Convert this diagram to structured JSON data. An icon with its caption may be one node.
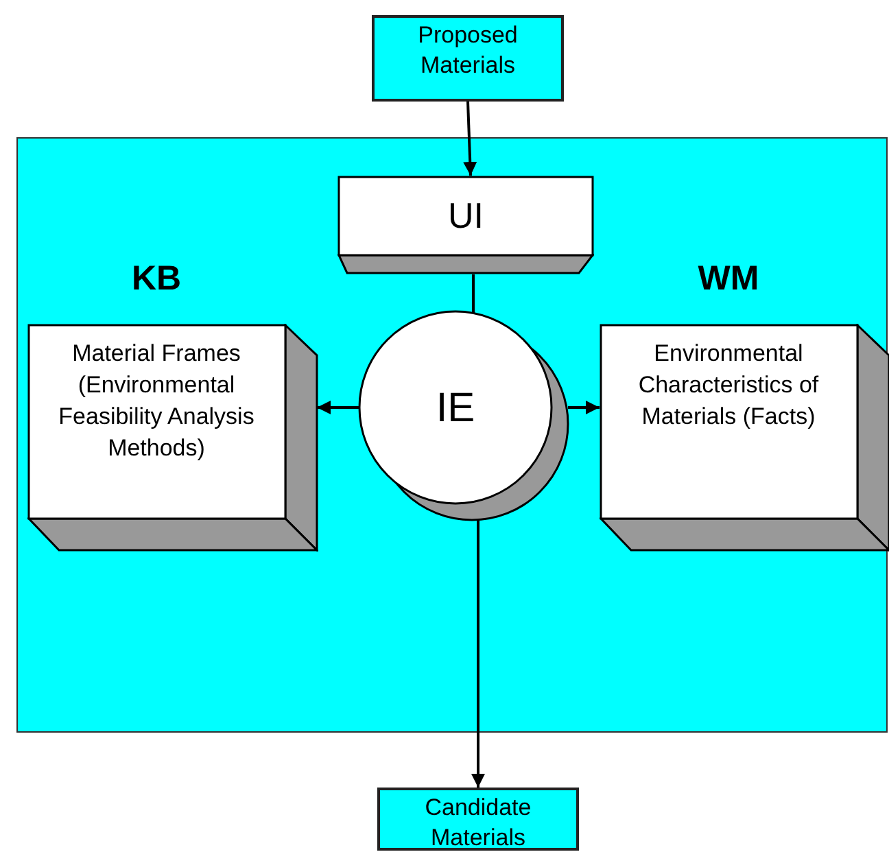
{
  "diagram": {
    "nodes": [
      {
        "text": [
          "Proposed Materials"
        ]
      },
      {
        "text": [],
        "shape": "box"
      },
      {
        "text": [
          "UI"
        ],
        "in": 1
      },
      {
        "text": [
          "KB",
          "Material Frames (Environmental Feasibility Analysis Methods)"
        ],
        "in": 1
      },
      {
        "text": [
          "IE"
        ],
        "in": 1
      },
      {
        "text": [
          "WM",
          "Environmental Characteristics of Materials (Facts)"
        ],
        "in": 1
      },
      {
        "text": [
          "Candidate Materials"
        ]
      }
    ],
    "edges": [
      {
        "from": 0,
        "to": 2,
        "arrow": "to"
      },
      {
        "from": 2,
        "to": 4,
        "arrow": "none"
      },
      {
        "from": 4,
        "to": 3,
        "arrow": "to"
      },
      {
        "from": 4,
        "to": 5,
        "arrow": "to"
      },
      {
        "from": 4,
        "to": 6,
        "arrow": "to"
      }
    ]
  }
}
